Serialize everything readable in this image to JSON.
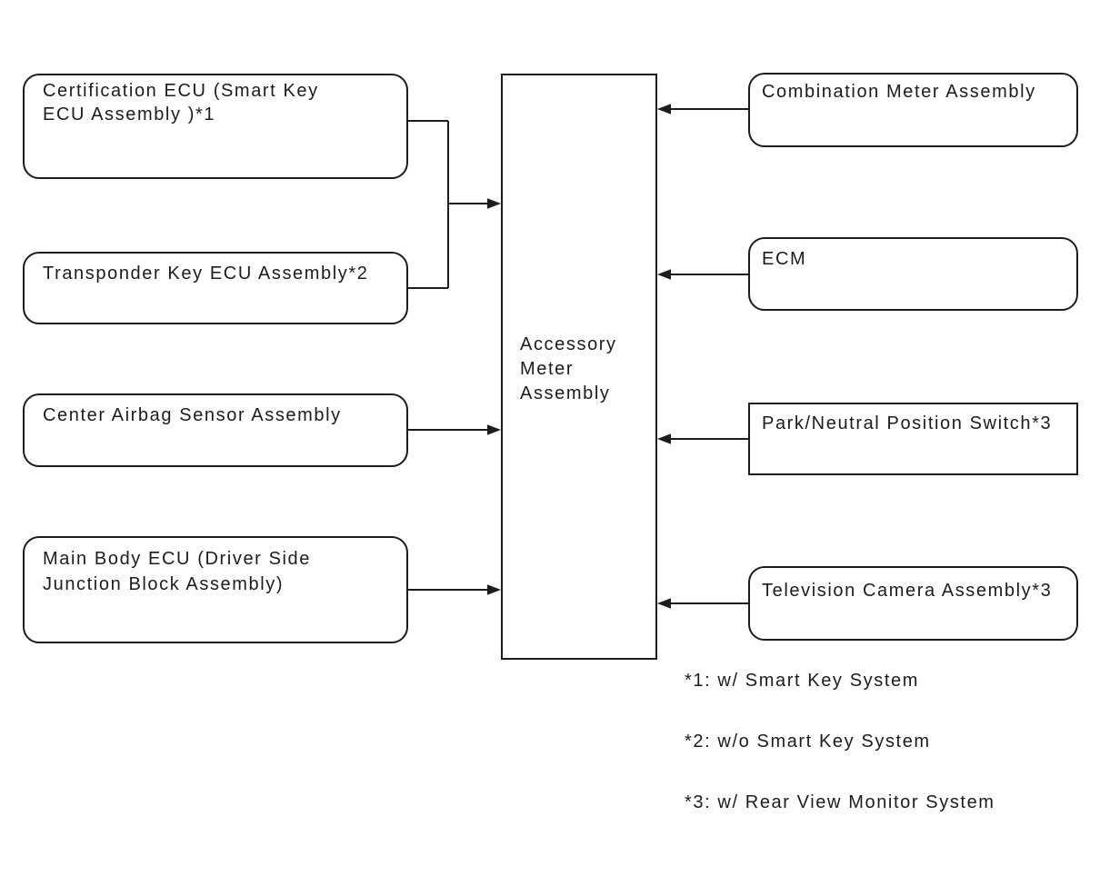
{
  "diagram": {
    "center_box": {
      "label": "Accessory Meter Assembly",
      "lines": [
        "Accessory",
        "Meter",
        "Assembly"
      ]
    },
    "left_boxes": [
      {
        "label": "Certification ECU (Smart Key ECU Assembly )*1",
        "lines": [
          "Certification ECU (Smart Key",
          "ECU Assembly )*1"
        ],
        "shape": "rounded"
      },
      {
        "label": "Transponder Key ECU Assembly*2",
        "lines": [
          "Transponder Key ECU Assembly*2"
        ],
        "shape": "rounded"
      },
      {
        "label": "Center Airbag Sensor Assembly",
        "lines": [
          "Center Airbag Sensor Assembly"
        ],
        "shape": "rounded"
      },
      {
        "label": "Main Body ECU (Driver Side Junction Block Assembly)",
        "lines": [
          "Main Body ECU (Driver Side",
          "Junction Block Assembly)"
        ],
        "shape": "rounded"
      }
    ],
    "right_boxes": [
      {
        "label": "Combination Meter Assembly",
        "lines": [
          "Combination Meter Assembly"
        ],
        "shape": "rounded"
      },
      {
        "label": "ECM",
        "lines": [
          "ECM"
        ],
        "shape": "rounded"
      },
      {
        "label": "Park/Neutral Position Switch*3",
        "lines": [
          "Park/Neutral Position Switch*3"
        ],
        "shape": "square"
      },
      {
        "label": "Television Camera Assembly*3",
        "lines": [
          "Television Camera Assembly*3"
        ],
        "shape": "rounded"
      }
    ],
    "footnotes": [
      "*1: w/ Smart Key System",
      "*2: w/o Smart Key System",
      "*3: w/ Rear View Monitor System"
    ],
    "connections": [
      {
        "from": "Certification ECU (Smart Key ECU Assembly )*1",
        "to": "Accessory Meter Assembly"
      },
      {
        "from": "Transponder Key ECU Assembly*2",
        "to": "Accessory Meter Assembly"
      },
      {
        "from": "Center Airbag Sensor Assembly",
        "to": "Accessory Meter Assembly"
      },
      {
        "from": "Main Body ECU (Driver Side Junction Block Assembly)",
        "to": "Accessory Meter Assembly"
      },
      {
        "from": "Combination Meter Assembly",
        "to": "Accessory Meter Assembly"
      },
      {
        "from": "ECM",
        "to": "Accessory Meter Assembly"
      },
      {
        "from": "Park/Neutral Position Switch*3",
        "to": "Accessory Meter Assembly"
      },
      {
        "from": "Television Camera Assembly*3",
        "to": "Accessory Meter Assembly"
      }
    ],
    "colors": {
      "line": "#1c1c1c",
      "text": "#1c1c1c",
      "background": "#ffffff"
    }
  }
}
